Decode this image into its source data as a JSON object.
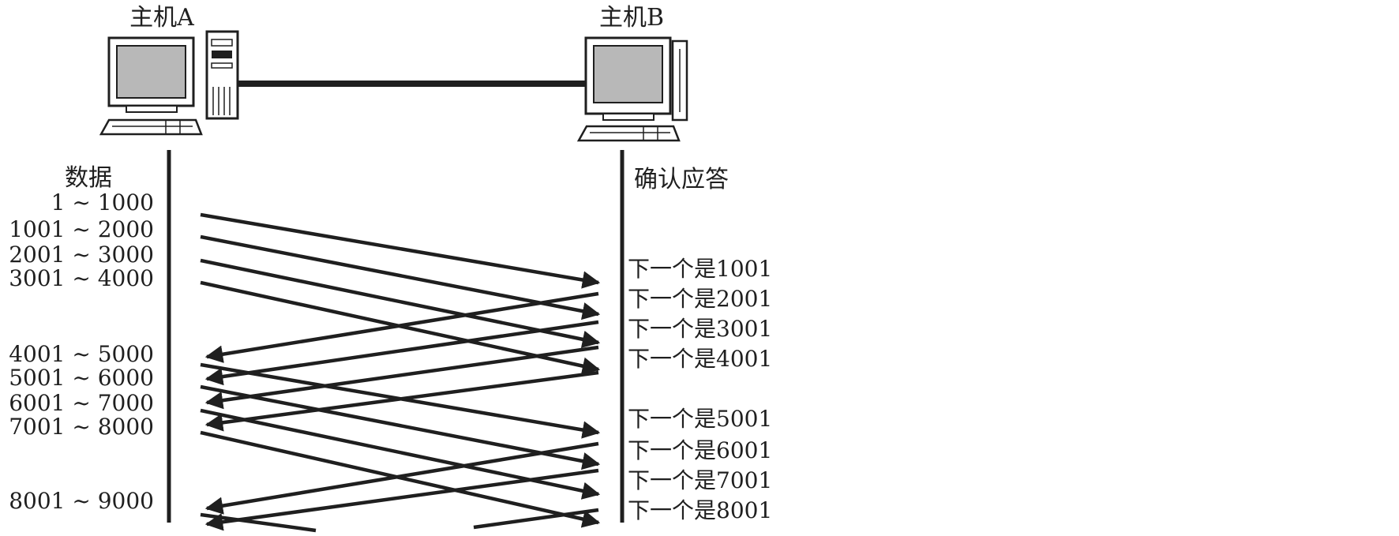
{
  "hosts": {
    "a": {
      "label": "主机A"
    },
    "b": {
      "label": "主机B"
    }
  },
  "columns": {
    "data_heading": "数据",
    "ack_heading": "确认应答"
  },
  "data_segments": [
    "1 ~ 1000",
    "1001 ~ 2000",
    "2001 ~ 3000",
    "3001 ~ 4000",
    "4001 ~ 5000",
    "5001 ~ 6000",
    "6001 ~ 7000",
    "7001 ~ 8000",
    "8001 ~ 9000"
  ],
  "acks": [
    "下一个是1001",
    "下一个是2001",
    "下一个是3001",
    "下一个是4001",
    "下一个是5001",
    "下一个是6001",
    "下一个是7001",
    "下一个是8001"
  ],
  "icons": {
    "host_a": "desktop-computer-with-tower-icon",
    "host_b": "desktop-computer-icon"
  },
  "colors": {
    "ink": "#1f1f1f",
    "screen": "#b8b8b8"
  }
}
